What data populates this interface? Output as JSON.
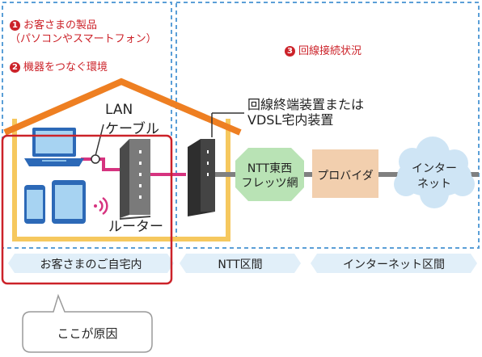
{
  "legend": {
    "item1_num": "1",
    "item1_line1": "お客さまの製品",
    "item1_line2": "（パソコンやスマートフォン）",
    "item2_num": "2",
    "item2": "機器をつなぐ環境",
    "item3_num": "3",
    "item3": "回線接続状況"
  },
  "labels": {
    "lan_line1": "LAN",
    "lan_line2": "ケーブル",
    "router": "ルーター",
    "onu_line1": "回線終端装置または",
    "onu_line2": "VDSL宅内装置",
    "ntt_line1": "NTT東西",
    "ntt_line2": "フレッツ網",
    "provider": "プロバイダ",
    "internet_line1": "インター",
    "internet_line2": "ネット"
  },
  "sections": {
    "home": "お客さまのご自宅内",
    "ntt": "NTT区間",
    "internet": "インターネット区間"
  },
  "callout": "ここが原因",
  "colors": {
    "red": "#cc2229",
    "orange": "#ee7f22",
    "yellow": "#f6c85e",
    "blue_dash": "#5b9fd7",
    "device_blue": "#2c69b7",
    "cable_pink": "#d6337f",
    "line_gray": "#808080",
    "ntt_green": "#b9e3b5",
    "provider_tan": "#f2cfae",
    "cloud_blue": "#cfe5f5",
    "section_bg": "#e1eff9"
  }
}
